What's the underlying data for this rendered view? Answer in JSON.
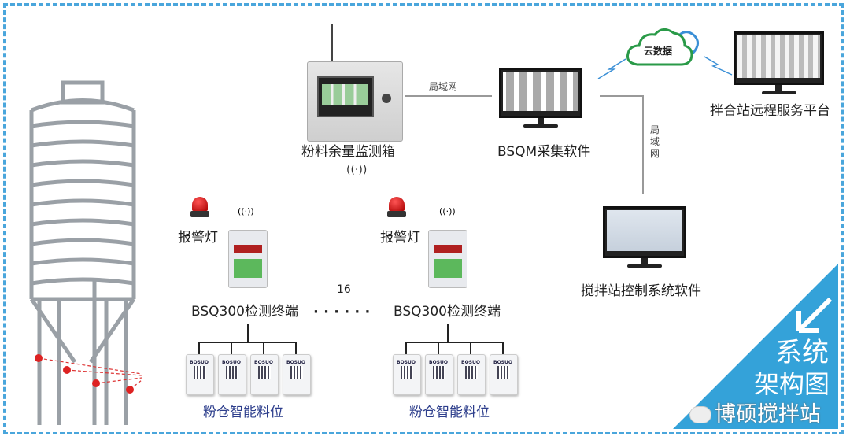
{
  "diagram": {
    "monitor_box_label": "粉料余量监测箱",
    "lan_label_horizontal": "局域网",
    "lan_label_vertical": "局域网",
    "bsqm_label": "BSQM采集软件",
    "cloud_label": "云数据",
    "remote_platform_label": "拌合站远程服务平台",
    "control_software_label": "搅拌站控制系统软件",
    "alarm_label_1": "报警灯",
    "alarm_label_2": "报警灯",
    "terminal_label_1": "BSQ300检测终端",
    "terminal_label_2": "BSQ300检测终端",
    "terminal_count": "16",
    "dots": "· · · · · ·",
    "sensor_group_label_1": "粉仓智能料位",
    "sensor_group_label_2": "粉仓智能料位",
    "sensor_brand": "BOSUO",
    "corner_title_1": "系统",
    "corner_title_2": "架构图",
    "watermark": "博硕搅拌站",
    "accent_color": "#34a2d9",
    "frame_color": "#4aa6dc"
  }
}
